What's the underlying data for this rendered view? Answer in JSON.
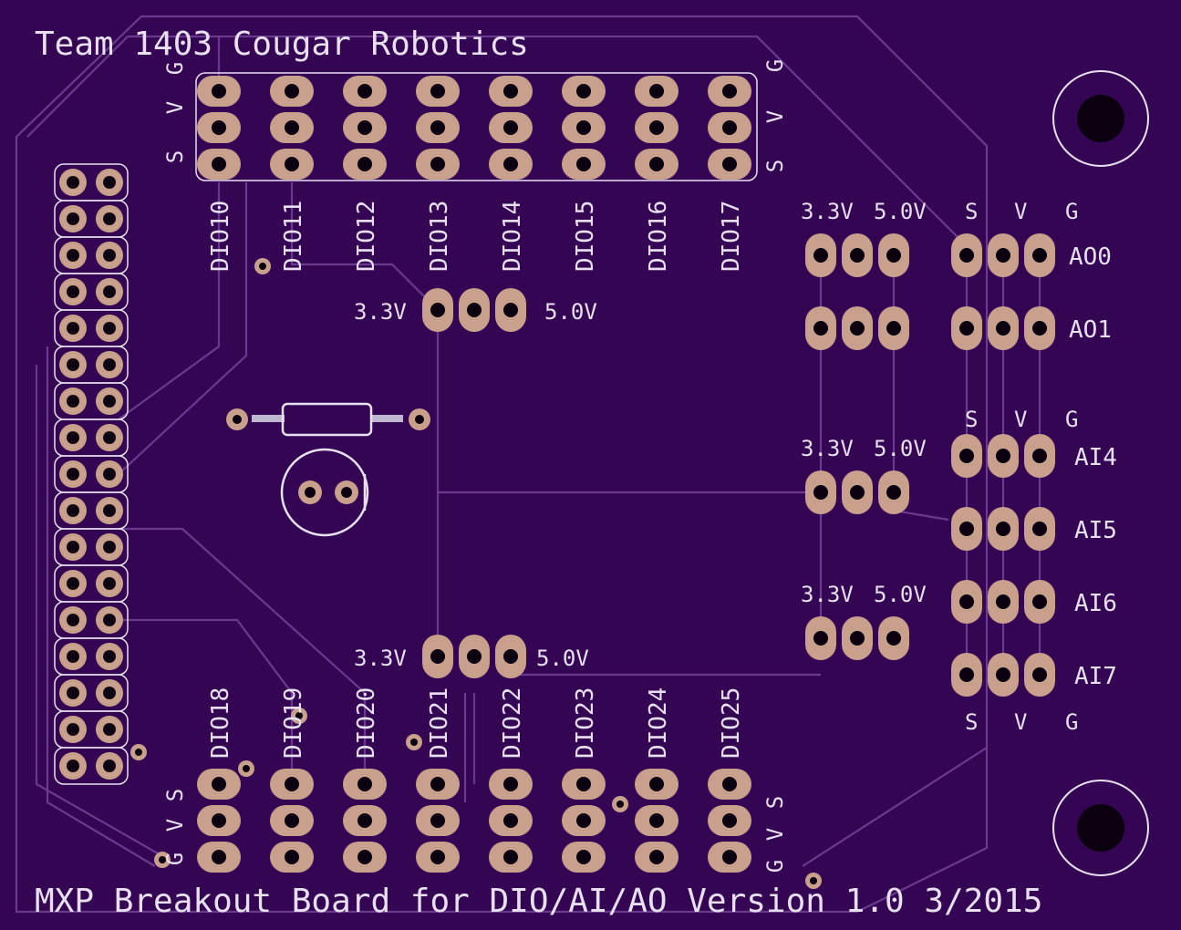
{
  "board": {
    "title": "Team 1403 Cougar Robotics",
    "footer": "MXP Breakout Board for DIO/AI/AO Version 1.0 3/2015",
    "colors": {
      "board": "#330553",
      "silkscreen": "#e8e0f0",
      "copper": "#c8a08c",
      "trace": "#6b3a8f"
    }
  },
  "top_header": {
    "pin_labels_left": [
      "G",
      "V",
      "S"
    ],
    "pin_labels_right": [
      "G",
      "V",
      "S"
    ],
    "dio": [
      "DIO10",
      "DIO11",
      "DIO12",
      "DIO13",
      "DIO14",
      "DIO15",
      "DIO16",
      "DIO17"
    ],
    "jumper": {
      "left": "3.3V",
      "right": "5.0V"
    }
  },
  "bottom_header": {
    "pin_labels_left": [
      "S",
      "V",
      "G"
    ],
    "pin_labels_right": [
      "S",
      "V",
      "G"
    ],
    "dio": [
      "DIO18",
      "DIO19",
      "DIO20",
      "DIO21",
      "DIO22",
      "DIO23",
      "DIO24",
      "DIO25"
    ],
    "jumper": {
      "left": "3.3V",
      "right": "5.0V"
    }
  },
  "analog_out": {
    "header_labels": {
      "v33": "3.3V",
      "v50": "5.0V",
      "s": "S",
      "v": "V",
      "g": "G"
    },
    "channels": [
      "AO0",
      "AO1"
    ]
  },
  "analog_in": {
    "header_labels": {
      "s": "S",
      "v": "V",
      "g": "G"
    },
    "channels": [
      "AI4",
      "AI5",
      "AI6",
      "AI7"
    ],
    "jumper_a": {
      "left": "3.3V",
      "right": "5.0V"
    },
    "jumper_b": {
      "left": "3.3V",
      "right": "5.0V"
    },
    "footer_labels": {
      "s": "S",
      "v": "V",
      "g": "G"
    }
  }
}
